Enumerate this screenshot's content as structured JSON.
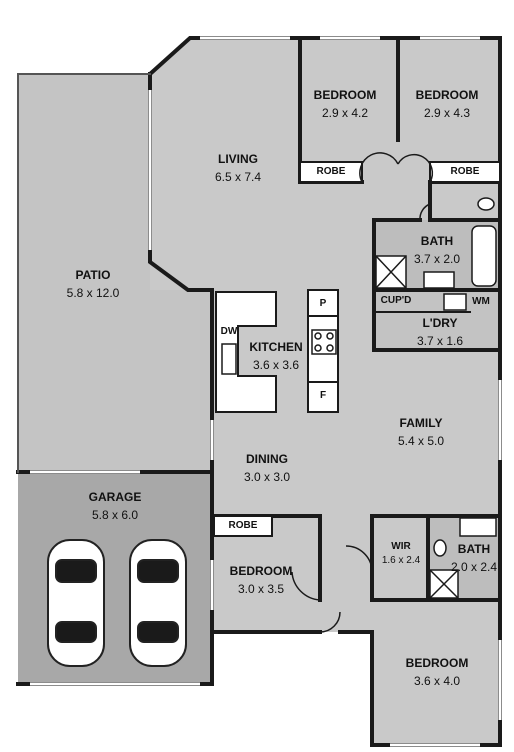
{
  "rooms": {
    "patio": {
      "name": "PATIO",
      "dims": "5.8 x 12.0"
    },
    "garage": {
      "name": "GARAGE",
      "dims": "5.8 x 6.0"
    },
    "living": {
      "name": "LIVING",
      "dims": "6.5 x 7.4"
    },
    "bedroom_1": {
      "name": "BEDROOM",
      "dims": "2.9 x 4.2"
    },
    "bedroom_2": {
      "name": "BEDROOM",
      "dims": "2.9 x 4.3"
    },
    "bath_main": {
      "name": "BATH",
      "dims": "3.7 x 2.0"
    },
    "laundry": {
      "name": "L'DRY",
      "dims": "3.7 x 1.6"
    },
    "kitchen": {
      "name": "KITCHEN",
      "dims": "3.6 x 3.6"
    },
    "family": {
      "name": "FAMILY",
      "dims": "5.4 x 5.0"
    },
    "dining": {
      "name": "DINING",
      "dims": "3.0 x 3.0"
    },
    "bedroom_3": {
      "name": "BEDROOM",
      "dims": "3.0 x 3.5"
    },
    "wir": {
      "name": "WIR",
      "dims": "1.6 x 2.4"
    },
    "bath_ens": {
      "name": "BATH",
      "dims": "2.0 x 2.4"
    },
    "bedroom_4": {
      "name": "BEDROOM",
      "dims": "3.6 x 4.0"
    }
  },
  "fixtures": {
    "robe_1": "ROBE",
    "robe_2": "ROBE",
    "robe_3": "ROBE",
    "cupboard": "CUP'D",
    "washing_machine": "WM",
    "dishwasher": "DW",
    "pantry": "P",
    "fridge": "F"
  },
  "colors": {
    "floor": "#c8c8c8",
    "garage_floor": "#a9a9a9",
    "wall": "#1a1a1a",
    "fixture_fill": "#ffffff"
  }
}
